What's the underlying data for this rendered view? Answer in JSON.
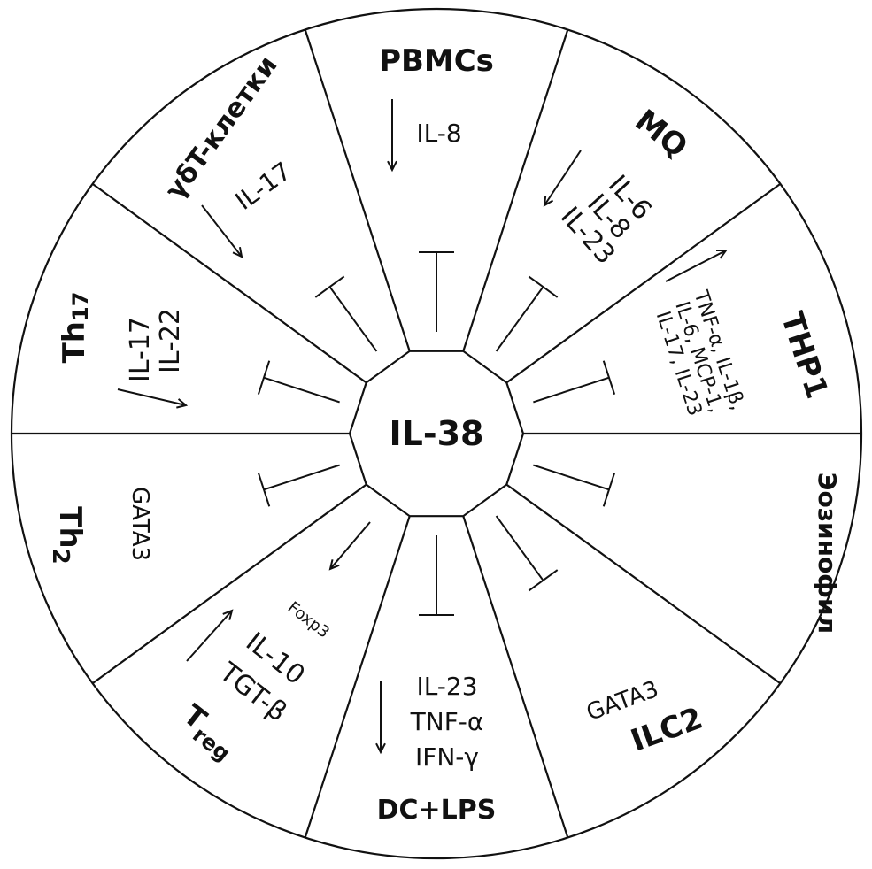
{
  "center": {
    "label": "IL-38"
  },
  "sectors": {
    "pbmc": {
      "title": "PBMCs",
      "lines": [
        "IL-8"
      ],
      "effect": "down"
    },
    "mq": {
      "title": "MQ",
      "lines": [
        "IL-6",
        "IL-8",
        "IL-23"
      ],
      "effect": "down"
    },
    "thp1": {
      "title": "THP1",
      "lines": [
        "TNF-α, IL-1β,",
        "IL-6, MCP-1,",
        "IL-17, IL-23"
      ],
      "effect": "up"
    },
    "eos": {
      "title": "Эозинофил"
    },
    "ilc2": {
      "title": "ILC2",
      "lines": [
        "GATA3"
      ]
    },
    "dc": {
      "title": "DC+LPS",
      "lines": [
        "IL-23",
        "TNF-α",
        "IFN-γ"
      ],
      "effect": "down"
    },
    "treg": {
      "title": "T",
      "title_sub": "reg",
      "lines": [
        "Foxp3",
        "IL-10",
        "TGT-β"
      ],
      "effect": "up"
    },
    "th2": {
      "title": "Th",
      "title_sub": "2",
      "lines": [
        "GATA3"
      ]
    },
    "th17": {
      "title": "Th",
      "title_sub": "17",
      "lines": [
        "IL-17",
        "IL-22"
      ],
      "effect": "up"
    },
    "gdt": {
      "title": "γδT-клетки",
      "lines": [
        "IL-17"
      ],
      "effect": "down"
    }
  },
  "colors": {
    "stroke": "#111111",
    "background": "#ffffff"
  }
}
